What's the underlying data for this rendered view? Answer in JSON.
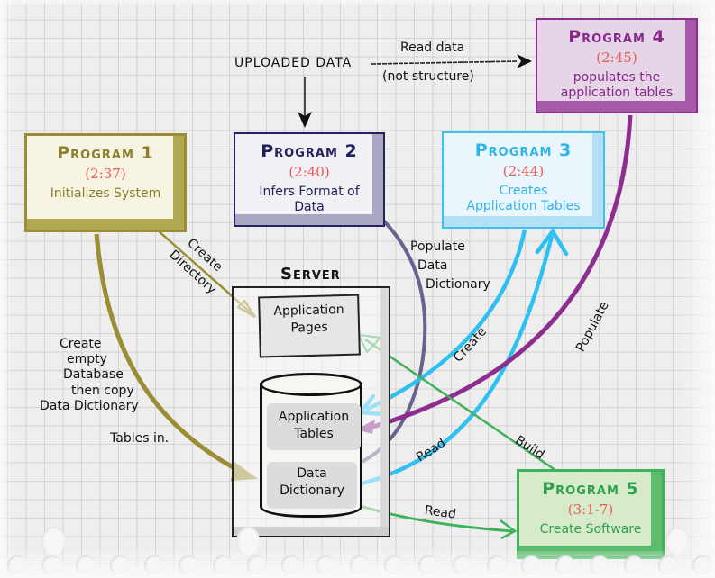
{
  "diagram": {
    "colors": {
      "program1": "#9a8d34",
      "program2": "#26215f",
      "program3": "#3fc1f0",
      "program4": "#8c2d8f",
      "program5": "#3fb25a",
      "reference": "#ee5a55",
      "populate_dictionary_arrow": "#67628f"
    },
    "uploaded_data": "UPLOADED DATA",
    "read_data_label": {
      "line1": "Read data",
      "line2": "(not structure)"
    },
    "programs": [
      {
        "title": "Program 1",
        "ref": "(2:37)",
        "desc": [
          "Initializes System"
        ]
      },
      {
        "title": "Program 2",
        "ref": "(2:40)",
        "desc": [
          "Infers Format of",
          "Data"
        ]
      },
      {
        "title": "Program 3",
        "ref": "(2:44)",
        "desc": [
          "Creates",
          "Application Tables"
        ]
      },
      {
        "title": "Program 4",
        "ref": "(2:45)",
        "desc": [
          "populates the",
          "application tables"
        ]
      },
      {
        "title": "Program 5",
        "ref": "(3:1-7)",
        "desc": [
          "Create Software"
        ]
      }
    ],
    "server": {
      "title": "Server",
      "app_pages": [
        "Application",
        "Pages"
      ],
      "app_tables": [
        "Application",
        "Tables"
      ],
      "data_dictionary": [
        "Data",
        "Dictionary"
      ]
    },
    "edge_labels": {
      "create_directory": [
        "Create",
        "Directory"
      ],
      "create_db": [
        "Create",
        "empty",
        "Database",
        "then copy",
        "Data Dictionary",
        "Tables in."
      ],
      "populate_dd": [
        "Populate",
        "Data",
        "Dictionary"
      ],
      "create": "Create",
      "populate": "Populate",
      "read_p3": "Read",
      "read_p5": "Read",
      "build": "Build"
    }
  }
}
